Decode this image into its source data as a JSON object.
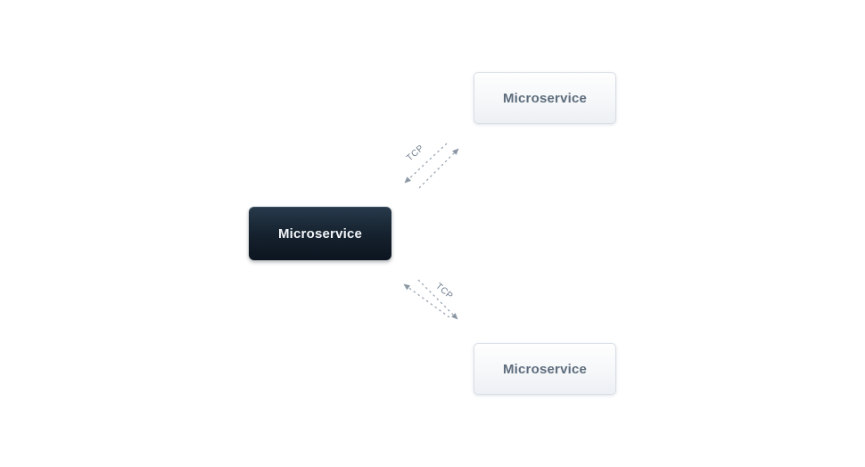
{
  "diagram": {
    "nodes": [
      {
        "id": "microservice-main",
        "label": "Microservice",
        "variant": "dark"
      },
      {
        "id": "microservice-top",
        "label": "Microservice",
        "variant": "light"
      },
      {
        "id": "microservice-bottom",
        "label": "Microservice",
        "variant": "light"
      }
    ],
    "links": [
      {
        "id": "link-main-top",
        "label": "TCP",
        "style": "dashed",
        "direction": "bidirectional"
      },
      {
        "id": "link-main-bottom",
        "label": "TCP",
        "style": "dashed",
        "direction": "bidirectional"
      }
    ],
    "colors": {
      "background": "#ffffff",
      "node_dark_gradient_top": "#273a4b",
      "node_dark_gradient_bottom": "#0c151f",
      "node_dark_text": "#f3f6f9",
      "node_light_gradient_top": "#fefefe",
      "node_light_gradient_bottom": "#edf0f4",
      "node_light_border": "#d9dfe6",
      "node_light_text": "#5d6c7c",
      "link_stroke": "#9aa6b2",
      "link_arrowhead": "#8b97a4",
      "link_label_text": "#6f7d8b"
    }
  }
}
